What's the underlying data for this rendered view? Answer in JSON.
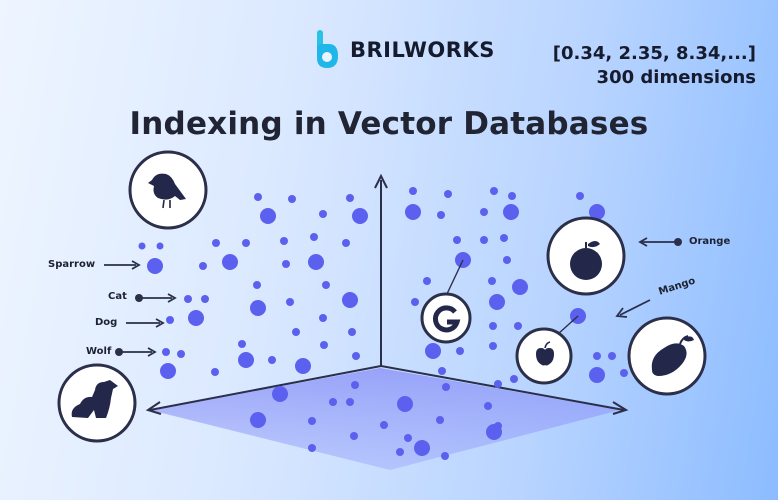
{
  "brand": {
    "name": "BRILWORKS",
    "logo_icon": "brilworks-logo-icon"
  },
  "vector_notation": {
    "line1": "[0.34, 2.35, 8.34,...]",
    "line2": "300 dimensions"
  },
  "title": "Indexing in Vector Databases",
  "labels": {
    "sparrow": "Sparrow",
    "cat": "Cat",
    "dog": "Dog",
    "wolf": "Wolf",
    "orange": "Orange",
    "mango": "Mango"
  },
  "icons": {
    "bird": "bird-icon",
    "dog": "dog-icon",
    "orange": "orange-fruit-icon",
    "mango": "mango-icon",
    "google": "google-icon",
    "apple": "apple-icon"
  },
  "colors": {
    "dot": "#5b61ee",
    "dot_light": "#6d73f5",
    "dark": "#1e2244",
    "axis": "#2b2f4a",
    "plane": "#7a86f5"
  }
}
